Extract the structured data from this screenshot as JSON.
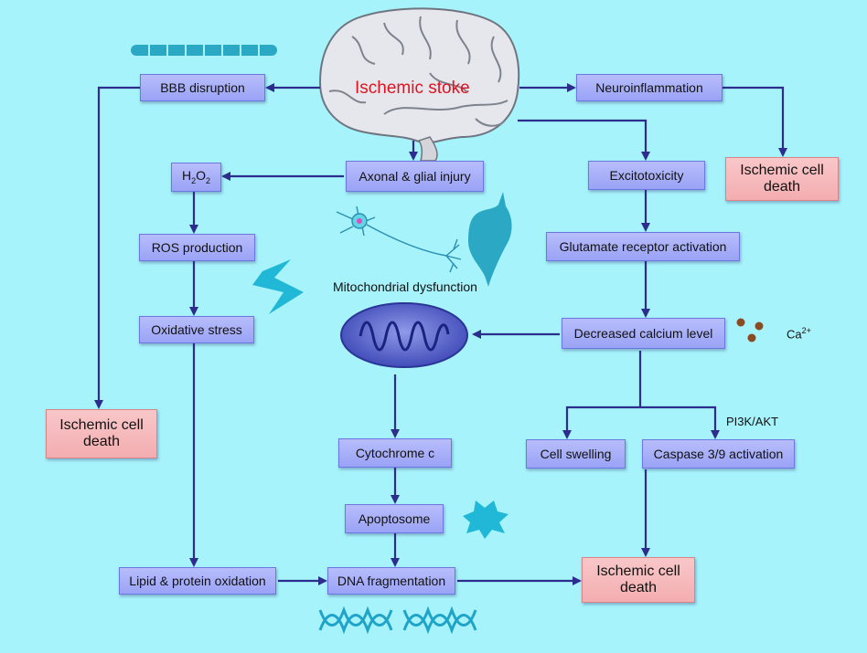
{
  "colors": {
    "background": "#a6f3fb",
    "box": "#a7aef9",
    "death_box": "#f5b8ba",
    "arrow": "#2d2d8e",
    "title": "#e0121f"
  },
  "title": "Ischemic stoke",
  "nodes": {
    "bbb": "BBB disruption",
    "neuroinflammation": "Neuroinflammation",
    "axonal": "Axonal & glial injury",
    "h2o2": {
      "base": "H",
      "sub1": "2",
      "mid": "O",
      "sub2": "2"
    },
    "ros": "ROS production",
    "oxidative": "Oxidative stress",
    "excitotoxicity": "Excitotoxicity",
    "glutamate": "Glutamate receptor activation",
    "calcium": "Decreased calcium level",
    "cytochrome": "Cytochrome c",
    "apoptosome": "Apoptosome",
    "cell_swelling": "Cell swelling",
    "caspase": "Caspase 3/9 activation",
    "lipid": "Lipid & protein oxidation",
    "dna": "DNA fragmentation"
  },
  "death_nodes": {
    "top_right": "Ischemic cell death",
    "left": "Ischemic cell death",
    "bottom": "Ischemic cell death"
  },
  "labels": {
    "mito": "Mitochondrial dysfunction",
    "ca_base": "Ca",
    "ca_sup": "2+",
    "pi3k": "PI3K/AKT"
  },
  "icons": [
    "brain-icon",
    "myelin-bar-icon",
    "neuron-icon",
    "glial-cell-icon",
    "lightning-icon",
    "mitochondrion-icon",
    "calcium-dots-icon",
    "cell-blob-icon",
    "dna-icon"
  ]
}
